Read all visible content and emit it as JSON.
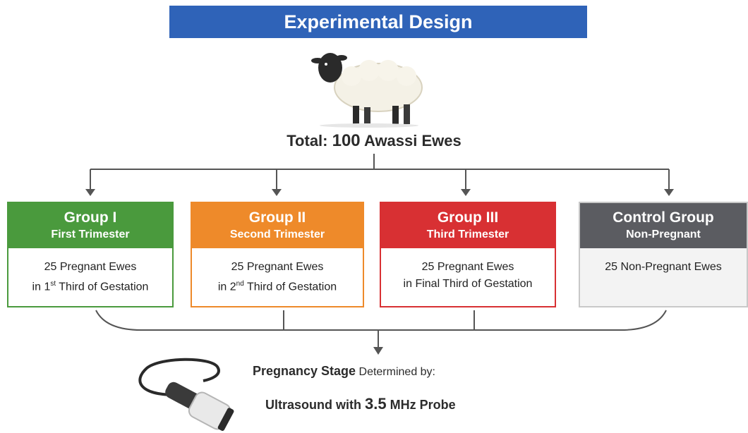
{
  "title": "Experimental Design",
  "total": {
    "prefix": "Total: ",
    "number": "100",
    "suffix": " Awassi Ewes"
  },
  "groups": [
    {
      "name": "Group I",
      "subtitle": "First Trimester",
      "line1": "25 Pregnant Ewes",
      "line2_pre": "in 1",
      "line2_sup": "st",
      "line2_post": " Third of Gestation",
      "color": "#4a9a3d"
    },
    {
      "name": "Group II",
      "subtitle": "Second Trimester",
      "line1": "25 Pregnant Ewes",
      "line2_pre": "in 2",
      "line2_sup": "nd",
      "line2_post": " Third of Gestation",
      "color": "#ee8a2a"
    },
    {
      "name": "Group III",
      "subtitle": "Third Trimester",
      "line1": "25 Pregnant Ewes",
      "line2_pre": "in Final Third of Gestation",
      "line2_sup": "",
      "line2_post": "",
      "color": "#d83033"
    },
    {
      "name": "Control Group",
      "subtitle": "Non-Pregnant",
      "line1": "25 Non-Pregnant Ewes",
      "line2_pre": "",
      "line2_sup": "",
      "line2_post": "",
      "color": "#5b5c61"
    }
  ],
  "method": {
    "bold": "Pregnancy Stage",
    "rest": " Determined by:",
    "line2_pre": "Ultrasound with ",
    "line2_num": "3.5",
    "line2_post": " MHz Probe"
  },
  "icons": {
    "animal": "sheep-icon",
    "device": "ultrasound-probe-icon"
  }
}
